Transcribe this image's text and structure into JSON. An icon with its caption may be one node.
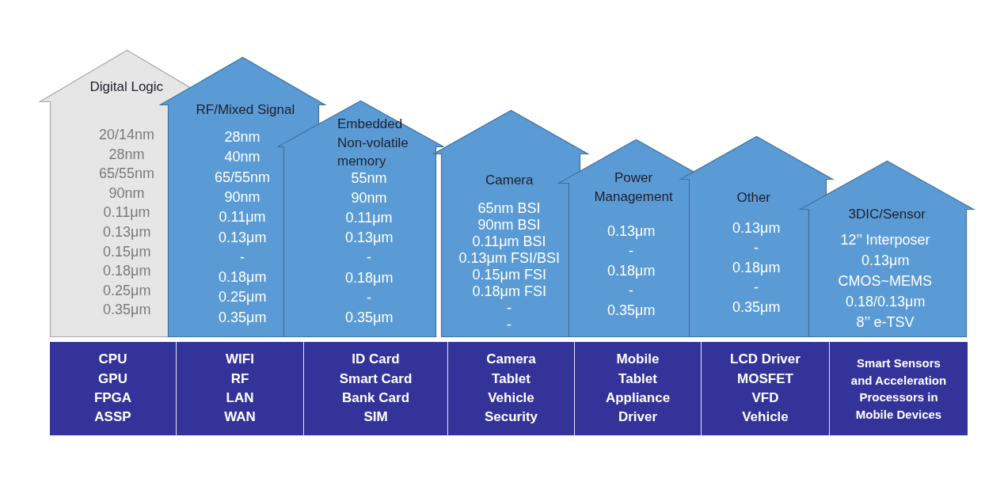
{
  "diagram": {
    "nodes": [
      {
        "text": [
          "Digital Logic",
          "20/14nm",
          "28nm",
          "65/55nm",
          "90nm",
          "0.11μm",
          "0.13μm",
          "0.15μm",
          "0.18μm",
          "0.25μm",
          "0.35μm"
        ]
      },
      {
        "text": [
          "RF/Mixed Signal",
          "28nm",
          "40nm",
          "65/55nm",
          "90nm",
          "0.11μm",
          "0.13μm",
          "-",
          "0.18μm",
          "0.25μm",
          "0.35μm"
        ]
      },
      {
        "text": [
          "Embedded Non-volatile memory",
          "55nm",
          "90nm",
          "0.11μm",
          "0.13μm",
          "-",
          "0.18μm",
          "-",
          "0.35μm"
        ]
      },
      {
        "text": [
          "Camera",
          "65nm BSI",
          "90nm BSI",
          "0.11μm BSI",
          "0.13μm FSI/BSI",
          "0.15μm FSI",
          "0.18μm FSI",
          "-",
          "-"
        ]
      },
      {
        "text": [
          "Power Management",
          "0.13μm",
          "-",
          "0.18μm",
          "-",
          "0.35μm"
        ]
      },
      {
        "text": [
          "Other",
          "0.13μm",
          "-",
          "0.18μm",
          "-",
          "0.35μm"
        ]
      },
      {
        "text": [
          "3DIC/Sensor",
          "12’’ Interposer",
          "0.13μm",
          "CMOS~MEMS",
          "0.18/0.13μm",
          "8’’ e-TSV"
        ]
      },
      {
        "text": [
          "CPU",
          "GPU",
          "FPGA",
          "ASSP"
        ]
      },
      {
        "text": [
          "WIFI",
          "RF",
          "LAN",
          "WAN"
        ]
      },
      {
        "text": [
          "ID Card",
          "Smart Card",
          "Bank Card",
          "SIM"
        ]
      },
      {
        "text": [
          "Camera",
          "Tablet",
          "Vehicle",
          "Security"
        ]
      },
      {
        "text": [
          "Mobile",
          "Tablet",
          "Appliance",
          "Driver"
        ]
      },
      {
        "text": [
          "LCD Driver",
          "MOSFET",
          "VFD",
          "Vehicle"
        ]
      },
      {
        "text": [
          "Smart Sensors and Acceleration Processors in Mobile Devices"
        ]
      }
    ]
  }
}
